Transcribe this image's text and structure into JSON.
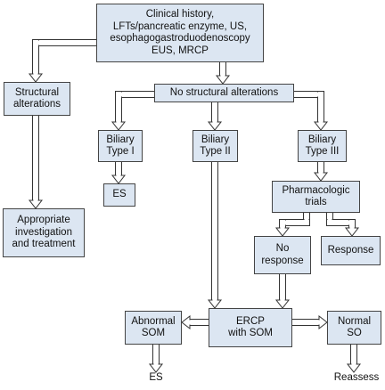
{
  "flowchart": {
    "nodes": {
      "clinical_history": "Clinical history,\nLFTs/pancreatic enzyme, US,\nesophagogastroduodenoscopy\nEUS, MRCP",
      "structural_alterations": "Structural\nalterations",
      "no_structural_alterations": "No structural alterations",
      "biliary_type_1": "Biliary\nType I",
      "biliary_type_2": "Biliary\nType II",
      "biliary_type_3": "Biliary\nType III",
      "es_type_1": "ES",
      "pharmacologic_trials": "Pharmacologic\ntrials",
      "appropriate_investigation": "Appropriate\ninvestigation\nand treatment",
      "no_response": "No\nresponse",
      "response": "Response",
      "abnormal_som": "Abnormal\nSOM",
      "ercp_with_som": "ERCP\nwith SOM",
      "normal_so": "Normal\nSO"
    },
    "outcomes": {
      "es_final": "ES",
      "reassess": "Reassess"
    }
  },
  "colors": {
    "box_fill": "#dce6f2",
    "box_border": "#444444",
    "arrow_fill": "#ffffff",
    "arrow_stroke": "#333333"
  }
}
